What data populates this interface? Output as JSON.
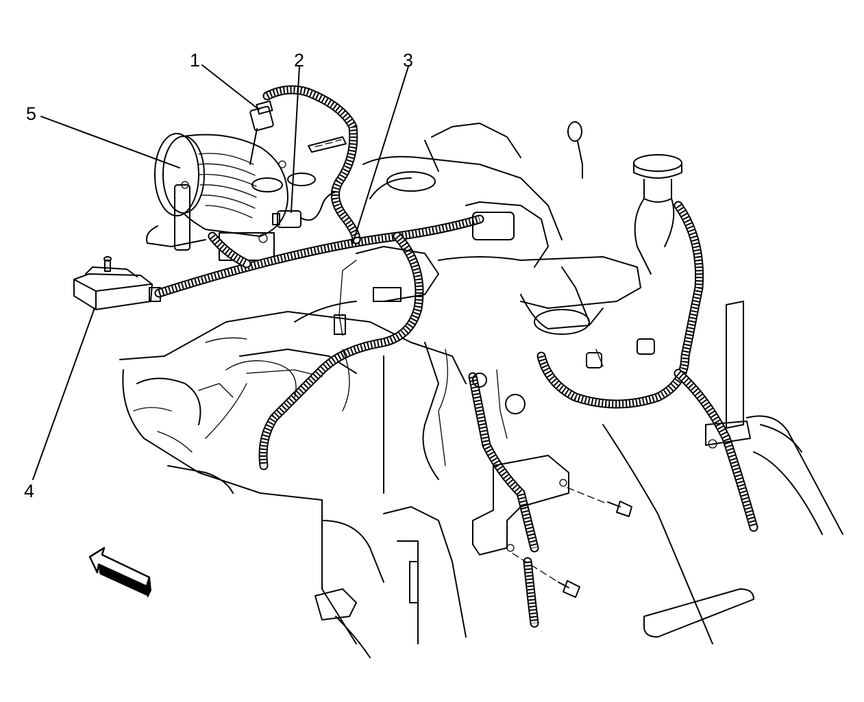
{
  "callouts": [
    {
      "id": "1",
      "label": "1"
    },
    {
      "id": "2",
      "label": "2"
    },
    {
      "id": "3",
      "label": "3"
    },
    {
      "id": "4",
      "label": "4"
    },
    {
      "id": "5",
      "label": "5"
    }
  ],
  "icons": {
    "front_arrow": "front-direction-arrow"
  }
}
